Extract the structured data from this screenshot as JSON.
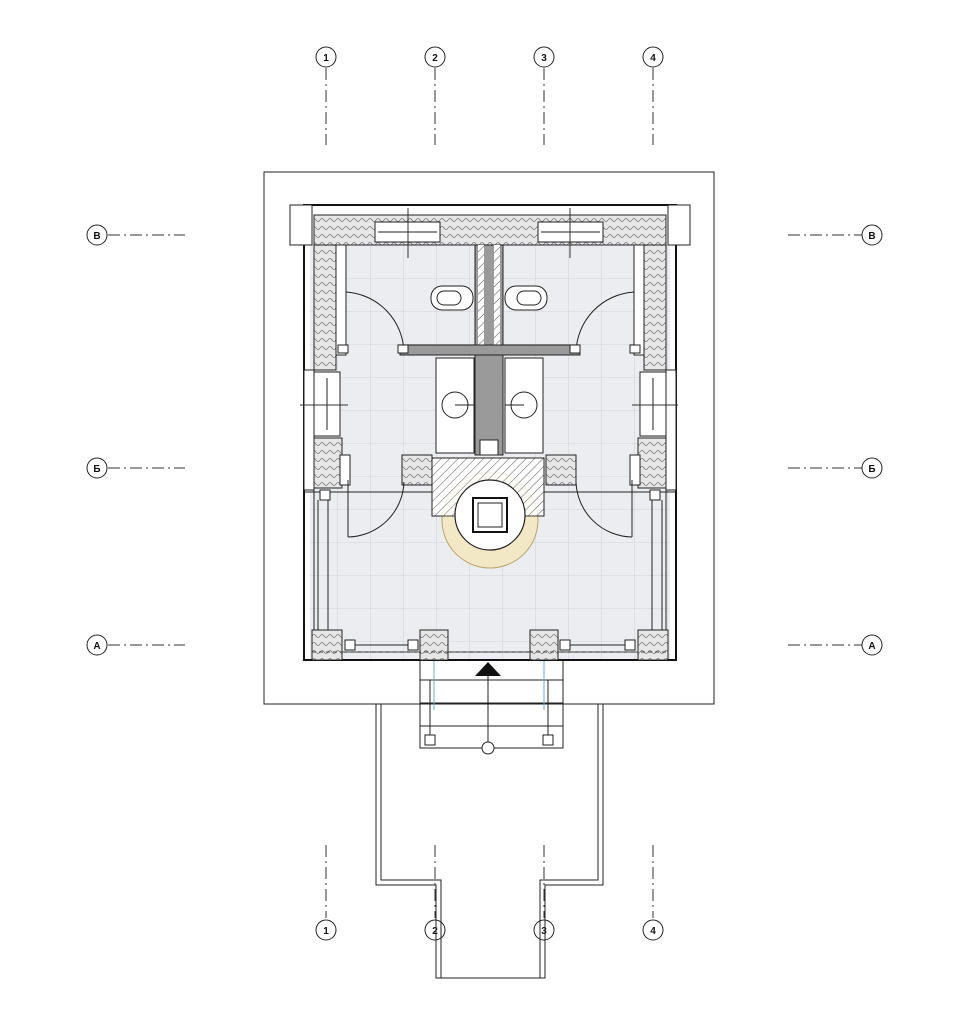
{
  "axes": {
    "vertical": [
      "1",
      "2",
      "3",
      "4"
    ],
    "horizontal": [
      "В",
      "Б",
      "А"
    ]
  },
  "colors": {
    "floor": "#ebedf0",
    "tile_lines": "#c8cbd0",
    "accent_ring": "#f3e8c6",
    "walls": "#111111",
    "glass": "#6ea8d8"
  },
  "icons": {
    "entrance": "entrance-arrow-icon",
    "toilet": "toilet-icon",
    "sink": "sink-icon",
    "center_column": "column-icon"
  }
}
